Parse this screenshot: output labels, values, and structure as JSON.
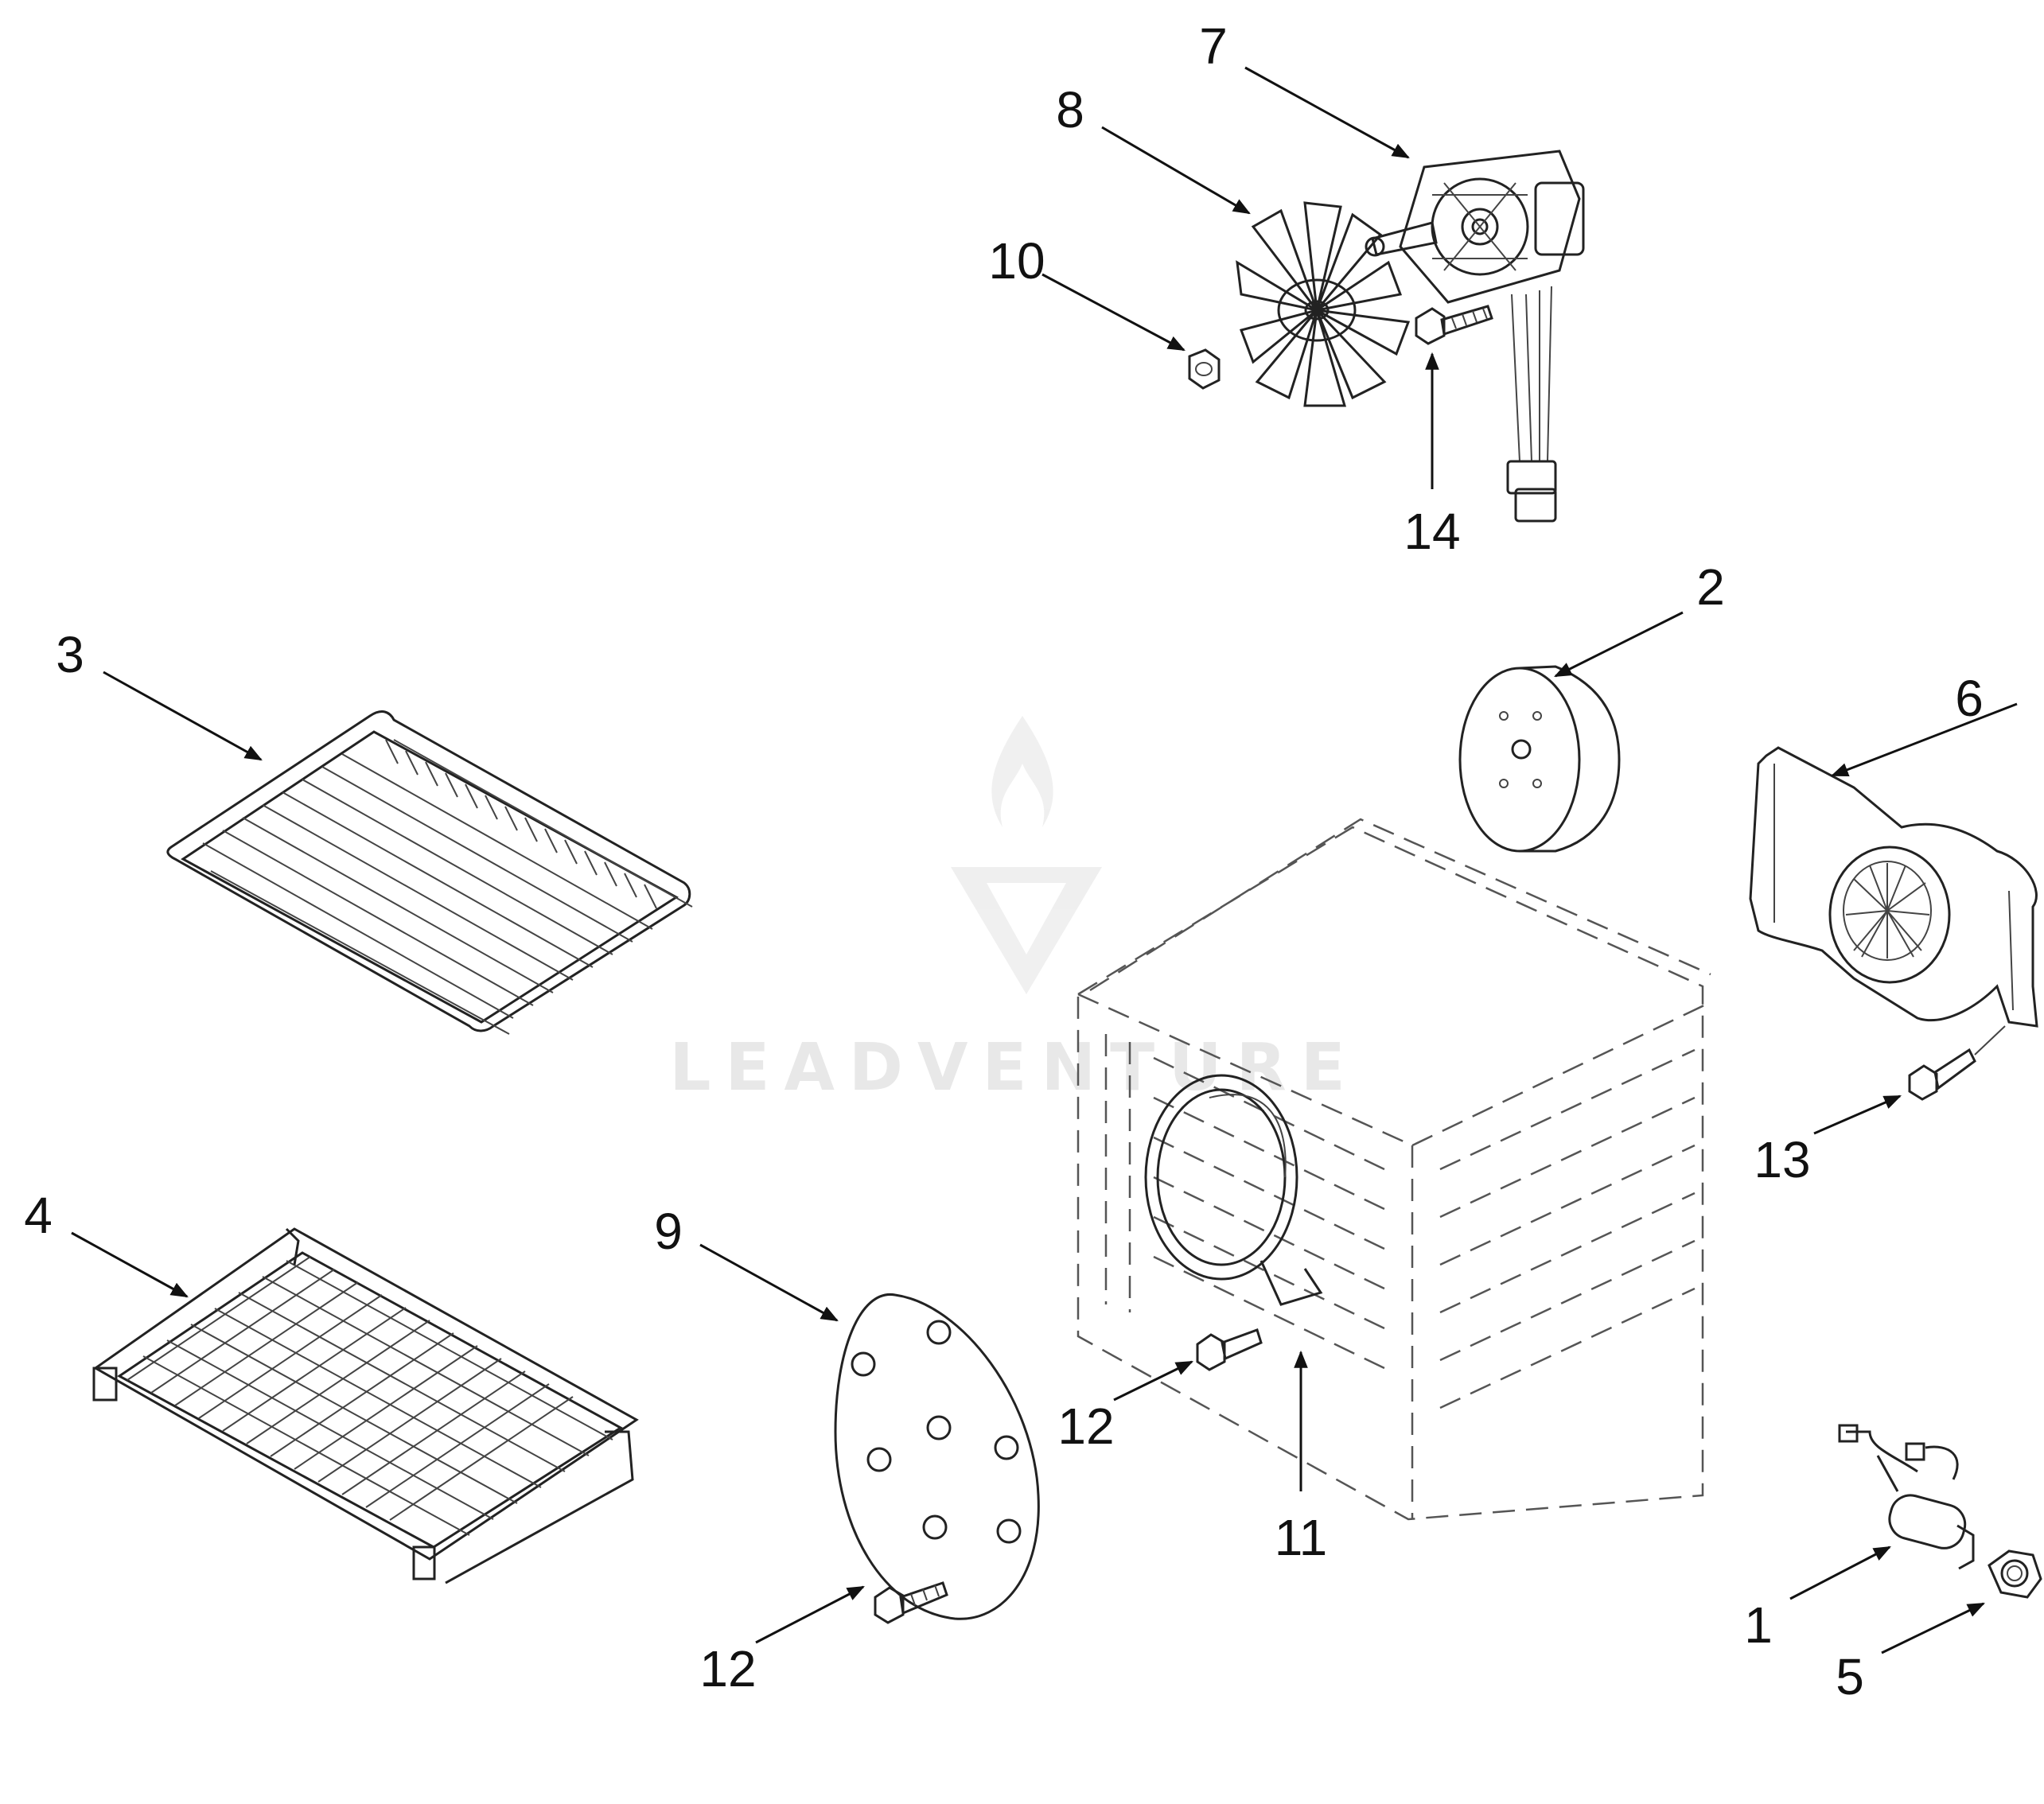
{
  "watermark": {
    "text": "LEADVENTURE",
    "color": "#e6e6e6"
  },
  "callouts": [
    {
      "id": "1",
      "label": "1"
    },
    {
      "id": "2",
      "label": "2"
    },
    {
      "id": "3",
      "label": "3"
    },
    {
      "id": "4",
      "label": "4"
    },
    {
      "id": "5",
      "label": "5"
    },
    {
      "id": "6",
      "label": "6"
    },
    {
      "id": "7",
      "label": "7"
    },
    {
      "id": "8",
      "label": "8"
    },
    {
      "id": "9",
      "label": "9"
    },
    {
      "id": "10",
      "label": "10"
    },
    {
      "id": "11",
      "label": "11"
    },
    {
      "id": "12a",
      "label": "12"
    },
    {
      "id": "12b",
      "label": "12"
    },
    {
      "id": "13",
      "label": "13"
    },
    {
      "id": "14",
      "label": "14"
    }
  ],
  "colors": {
    "line": "#222222",
    "background": "#ffffff"
  }
}
